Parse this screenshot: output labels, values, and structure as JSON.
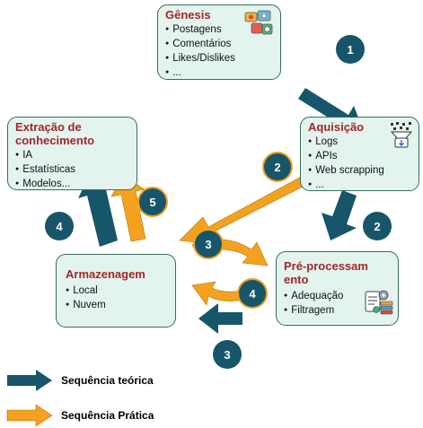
{
  "boxes": {
    "genesis": {
      "title": "Gênesis",
      "items": [
        "Postagens",
        "Comentários",
        "Likes/Dislikes",
        "..."
      ]
    },
    "aquisicao": {
      "title": "Aquisição",
      "items": [
        "Logs",
        "APIs",
        "Web scrapping",
        "..."
      ]
    },
    "extracao": {
      "title_line1": "Extração de",
      "title_line2": "conhecimento",
      "items": [
        "IA",
        "Estatísticas",
        "Modelos..."
      ]
    },
    "armazenagem": {
      "title": "Armazenagem",
      "items": [
        "Local",
        "Nuvem"
      ]
    },
    "preprocessamento": {
      "title_line1": "Pré-processam",
      "title_line2": "ento",
      "items": [
        "Adequação",
        "Filtragem"
      ]
    }
  },
  "badges": {
    "theoretical": {
      "b1": "1",
      "b2": "2",
      "b3": "3",
      "b4": "4"
    },
    "practical": {
      "b2": "2",
      "b3": "3",
      "b4": "4",
      "b5": "5"
    }
  },
  "legend": {
    "theoretical": "Sequência teórica",
    "practical": "Sequência Prática"
  },
  "colors": {
    "theoretical": "#17566a",
    "practical": "#f2a21f",
    "badge": "#17566a",
    "box_fill": "#e3f3ee",
    "box_border": "#3a6b5d",
    "title": "#a3262a"
  },
  "icons": {
    "genesis": "social-media-icon",
    "aquisicao": "data-funnel-icon",
    "preprocessamento": "data-processing-icon"
  }
}
